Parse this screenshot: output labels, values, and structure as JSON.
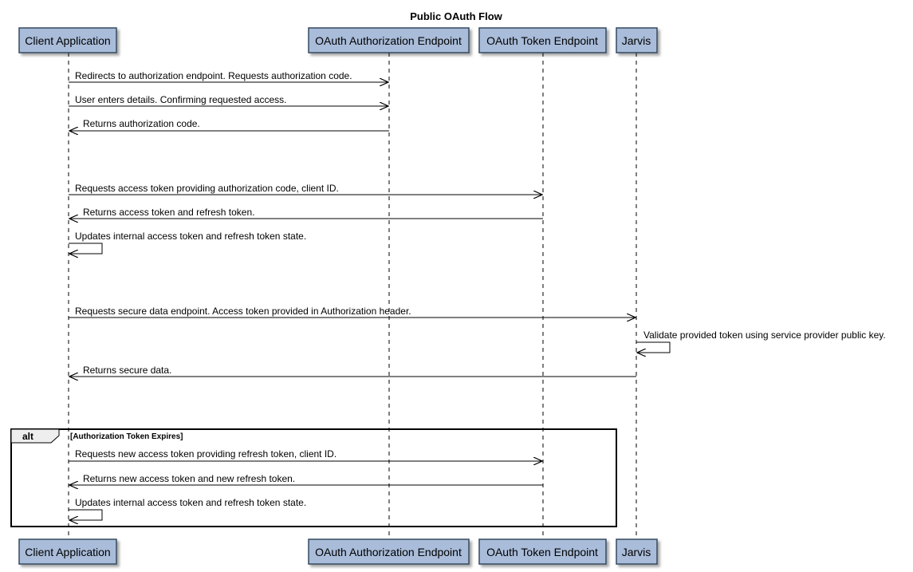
{
  "diagram": {
    "title": "Public OAuth Flow",
    "participants": [
      {
        "id": "client",
        "label": "Client Application"
      },
      {
        "id": "authz",
        "label": "OAuth Authorization Endpoint"
      },
      {
        "id": "token",
        "label": "OAuth Token Endpoint"
      },
      {
        "id": "jarvis",
        "label": "Jarvis"
      }
    ],
    "messages": [
      {
        "from": "client",
        "to": "authz",
        "label": "Redirects to authorization endpoint. Requests authorization code."
      },
      {
        "from": "client",
        "to": "authz",
        "label": "User enters details. Confirming requested access."
      },
      {
        "from": "authz",
        "to": "client",
        "label": "Returns authorization code."
      },
      {
        "from": "client",
        "to": "token",
        "label": "Requests access token providing authorization code, client ID."
      },
      {
        "from": "token",
        "to": "client",
        "label": "Returns access token and refresh token."
      },
      {
        "from": "client",
        "to": "client",
        "label": "Updates internal access token and refresh token state."
      },
      {
        "from": "client",
        "to": "jarvis",
        "label": "Requests secure data endpoint. Access token provided in Authorization header."
      },
      {
        "from": "jarvis",
        "to": "jarvis",
        "label": "Validate provided token using service provider public key."
      },
      {
        "from": "jarvis",
        "to": "client",
        "label": "Returns secure data."
      },
      {
        "from": "client",
        "to": "token",
        "label": "Requests new access token providing refresh token, client ID."
      },
      {
        "from": "token",
        "to": "client",
        "label": "Returns new access token and new refresh token."
      },
      {
        "from": "client",
        "to": "client",
        "label": "Updates internal access token and refresh token state."
      }
    ],
    "alt_fragment": {
      "tag": "alt",
      "guard": "[Authorization Token Expires]"
    },
    "colors": {
      "participant_fill": "#a9bcd9",
      "participant_border": "#34495e",
      "line": "#000000"
    }
  }
}
